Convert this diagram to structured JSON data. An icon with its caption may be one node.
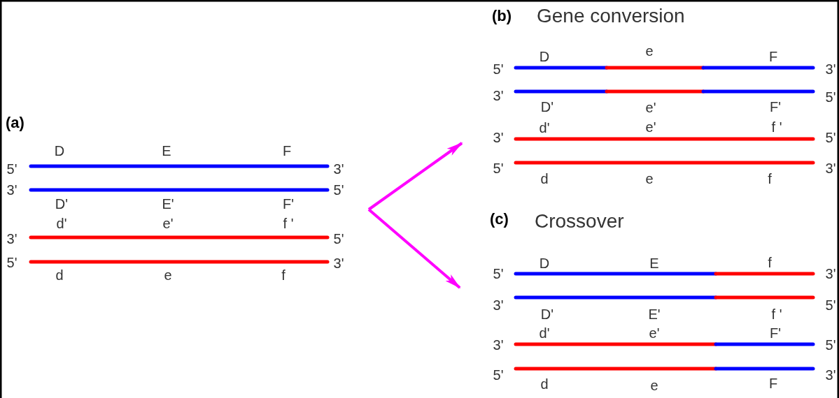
{
  "diagram": {
    "nodes": [
      {
        "text": [
          "(a)"
        ]
      },
      {
        "text": [
          "(b)",
          "Gene conversion"
        ]
      },
      {
        "text": [
          "(c)",
          "Crossover"
        ]
      }
    ],
    "edges": [
      {
        "from": 0,
        "to": 1,
        "arrow": "to"
      },
      {
        "from": 0,
        "to": 2,
        "arrow": "to"
      }
    ],
    "labels": [
      "D",
      "E",
      "F",
      "5'",
      "3'",
      "3'",
      "5'",
      "D'",
      "E'",
      "F'",
      "d'",
      "e'",
      "f '",
      "3'",
      "5'",
      "5'",
      "3'",
      "d",
      "e",
      "f",
      "e",
      "D",
      "F",
      "5'",
      "3'",
      "3'",
      "5'",
      "D'",
      "e'",
      "F'",
      "d'",
      "e'",
      "f '",
      "3'",
      "5'",
      "5'",
      "3'",
      "d",
      "e",
      "f",
      "D",
      "E",
      "f",
      "5'",
      "3'",
      "3'",
      "5'",
      "D'",
      "E'",
      "f '",
      "d'",
      "e'",
      "F'",
      "3'",
      "5'",
      "5'",
      "3'",
      "d",
      "e",
      "F"
    ]
  }
}
